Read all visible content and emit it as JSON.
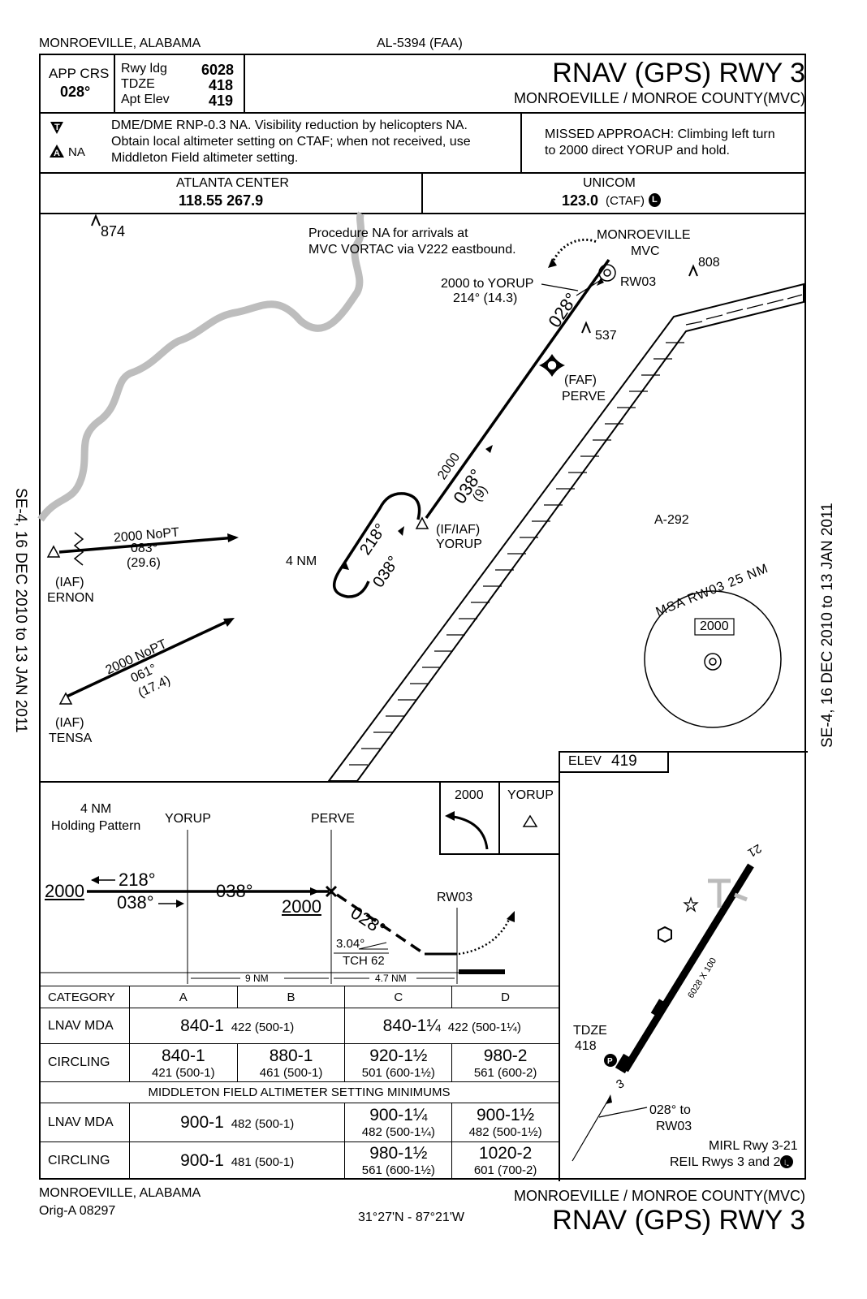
{
  "header": {
    "location": "MONROEVILLE, ALABAMA",
    "chart_id": "AL-5394 (FAA)",
    "app_crs_label": "APP CRS",
    "app_crs_value": "028°",
    "rwy_ldg_label": "Rwy ldg",
    "rwy_ldg_value": "6028",
    "tdze_label": "TDZE",
    "tdze_value": "418",
    "apt_elev_label": "Apt Elev",
    "apt_elev_value": "419",
    "title": "RNAV (GPS) RWY 3",
    "airport": "MONROEVILLE / MONROE COUNTY(MVC)"
  },
  "notes": {
    "na_label": "NA",
    "line1": "DME/DME RNP-0.3 NA. Visibility reduction by helicopters NA.",
    "line2": "Obtain local altimeter setting on CTAF; when not received, use",
    "line3": "Middleton Field altimeter setting.",
    "missed1": "MISSED APPROACH: Climbing left turn",
    "missed2": "to 2000 direct YORUP and hold."
  },
  "comms": {
    "center_name": "ATLANTA CENTER",
    "center_freq": "118.55  267.9",
    "unicom_name": "UNICOM",
    "unicom_freq": "123.0",
    "unicom_ctaf": "(CTAF)",
    "l_symbol": "L"
  },
  "plan": {
    "obstacle_874": "874",
    "note1": "Procedure NA for arrivals at",
    "note2": "MVC VORTAC via V222 eastbound.",
    "vortac_name": "MONROEVILLE",
    "vortac_id": "MVC",
    "obstacle_808": "808",
    "rw03": "RW03",
    "missed_alt": "2000 to YORUP",
    "missed_crs": "214° (14.3)",
    "crs_028": "028°",
    "obstacle_537": "537",
    "faf_label": "(FAF)",
    "faf_name": "PERVE",
    "seg_alt": "2000",
    "seg_crs": "038°",
    "seg_dist": "(9)",
    "if_label": "(IF/IAF)",
    "if_name": "YORUP",
    "hold_in": "218°",
    "hold_out": "038°",
    "hold_len": "4 NM",
    "ernon_alt": "2000 NoPT",
    "ernon_crs": "083°",
    "ernon_dist": "(29.6)",
    "ernon_label": "(IAF)",
    "ernon_name": "ERNON",
    "tensa_alt": "2000 NoPT",
    "tensa_crs": "061°",
    "tensa_dist": "(17.4)",
    "tensa_label": "(IAF)",
    "tensa_name": "TENSA",
    "area_label": "A-292",
    "msa_label": "MSA RW03 25 NM",
    "msa_alt": "2000"
  },
  "airport_diagram": {
    "elev_label": "ELEV",
    "elev_value": "419",
    "rwy_21": "21",
    "rwy_3": "3",
    "rwy_dims": "6028 X 100",
    "tdze_label": "TDZE",
    "tdze_value": "418",
    "crs_note1": "028° to",
    "crs_note2": "RW03",
    "lights1": "MIRL Rwy 3-21",
    "lights2": "REIL Rwys 3 and 21"
  },
  "profile": {
    "hold_note1": "4 NM",
    "hold_note2": "Holding Pattern",
    "yorup": "YORUP",
    "perve": "PERVE",
    "missed_alt": "2000",
    "missed_fix": "YORUP",
    "alt_left": "2000",
    "crs_out": "218°",
    "crs_in": "038°",
    "crs_mid": "038°",
    "alt_perve": "2000",
    "crs_final": "028°",
    "rw03": "RW03",
    "gs_angle": "3.04°",
    "tch": "TCH 62",
    "dist1": "9 NM",
    "dist2": "4.7 NM"
  },
  "minimums": {
    "hdr_category": "CATEGORY",
    "hdr_a": "A",
    "hdr_b": "B",
    "hdr_c": "C",
    "hdr_d": "D",
    "lnav_label": "LNAV MDA",
    "lnav_ab_main": "840-1",
    "lnav_ab_sub": "422 (500-1)",
    "lnav_cd_main": "840-1¼",
    "lnav_cd_sub": "422 (500-1¼)",
    "circ_label": "CIRCLING",
    "circ_a_main": "840-1",
    "circ_a_sub": "421 (500-1)",
    "circ_b_main": "880-1",
    "circ_b_sub": "461 (500-1)",
    "circ_c_main": "920-1½",
    "circ_c_sub": "501 (600-1½)",
    "circ_d_main": "980-2",
    "circ_d_sub": "561 (600-2)",
    "middleton": "MIDDLETON FIELD ALTIMETER SETTING MINIMUMS",
    "m_lnav_label": "LNAV MDA",
    "m_lnav_ab_main": "900-1",
    "m_lnav_ab_sub": "482 (500-1)",
    "m_lnav_c_main": "900-1¼",
    "m_lnav_c_sub": "482 (500-1¼)",
    "m_lnav_d_main": "900-1½",
    "m_lnav_d_sub": "482 (500-1½)",
    "m_circ_label": "CIRCLING",
    "m_circ_ab_main": "900-1",
    "m_circ_ab_sub": "481 (500-1)",
    "m_circ_c_main": "980-1½",
    "m_circ_c_sub": "561 (600-1½)",
    "m_circ_d_main": "1020-2",
    "m_circ_d_sub": "601 (700-2)"
  },
  "footer": {
    "location": "MONROEVILLE, ALABAMA",
    "orig": "Orig-A  08297",
    "coords": "31°27'N - 87°21'W",
    "airport": "MONROEVILLE / MONROE COUNTY(MVC)",
    "title": "RNAV (GPS) RWY 3"
  },
  "side_text": "SE-4, 16 DEC 2010 to 13 JAN 2011"
}
